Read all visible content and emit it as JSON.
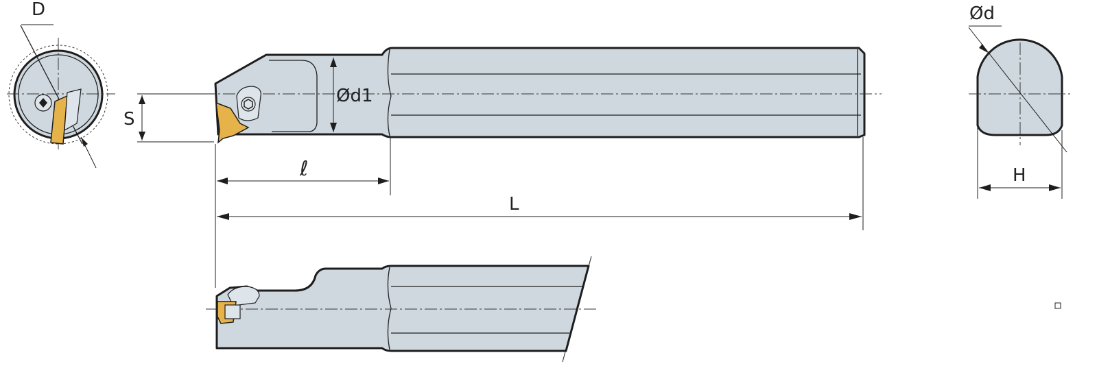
{
  "labels": {
    "D": "D",
    "S": "S",
    "d1": "Ød1",
    "l": "ℓ",
    "L": "L",
    "d": "Ød",
    "H": "H"
  },
  "colors": {
    "body": "#cfd8df",
    "insert": "#e6b24a",
    "outline": "#1e1e1e",
    "background": "#ffffff"
  }
}
